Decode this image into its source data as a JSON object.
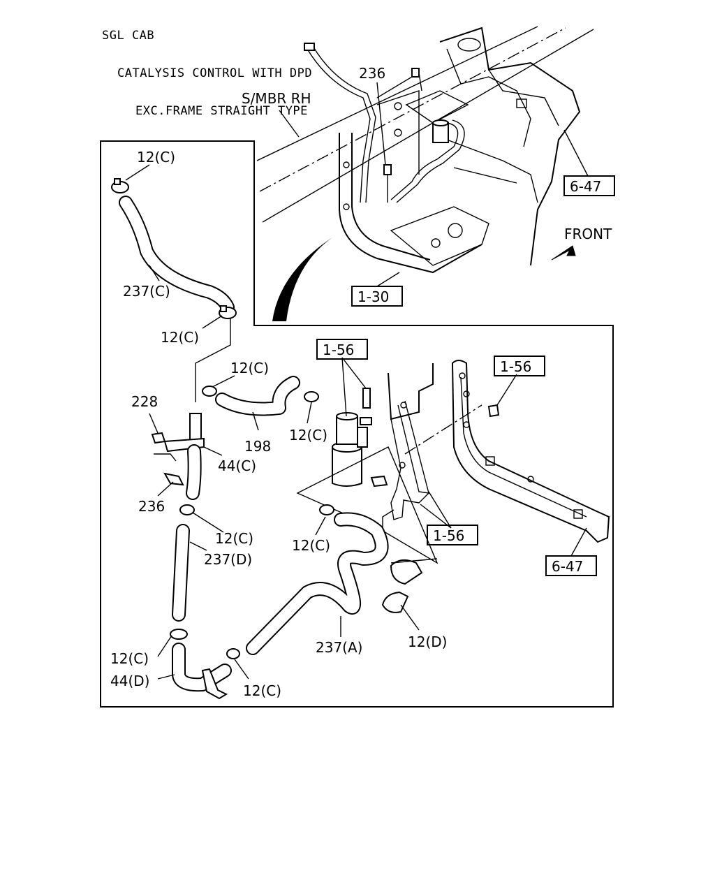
{
  "header": {
    "line1": "SGL CAB",
    "line2": "CATALYSIS CONTROL WITH DPD",
    "line3": "EXC.FRAME STRAIGHT TYPE"
  },
  "top_view": {
    "smbr_label": "S/MBR RH",
    "part_236": "236",
    "front_label": "FRONT",
    "ref_6_47": "6-47",
    "ref_1_30": "1-30"
  },
  "detail_view": {
    "clamp_12c_top": "12(C)",
    "hose_237c": "237(C)",
    "clamp_12c_2": "12(C)",
    "clamp_12c_3": "12(C)",
    "part_228": "228",
    "hose_198": "198",
    "clamp_12c_4": "12(C)",
    "pipe_44c": "44(C)",
    "part_236": "236",
    "clamp_12c_5": "12(C)",
    "hose_237d": "237(D)",
    "clamp_12c_6": "12(C)",
    "pipe_44d": "44(D)",
    "clamp_12c_7": "12(C)",
    "hose_237a": "237(A)",
    "clip_12d": "12(D)",
    "clamp_12c_8": "12(C)",
    "ref_1_56_a": "1-56",
    "ref_1_56_b": "1-56",
    "ref_1_56_c": "1-56",
    "ref_6_47": "6-47"
  }
}
